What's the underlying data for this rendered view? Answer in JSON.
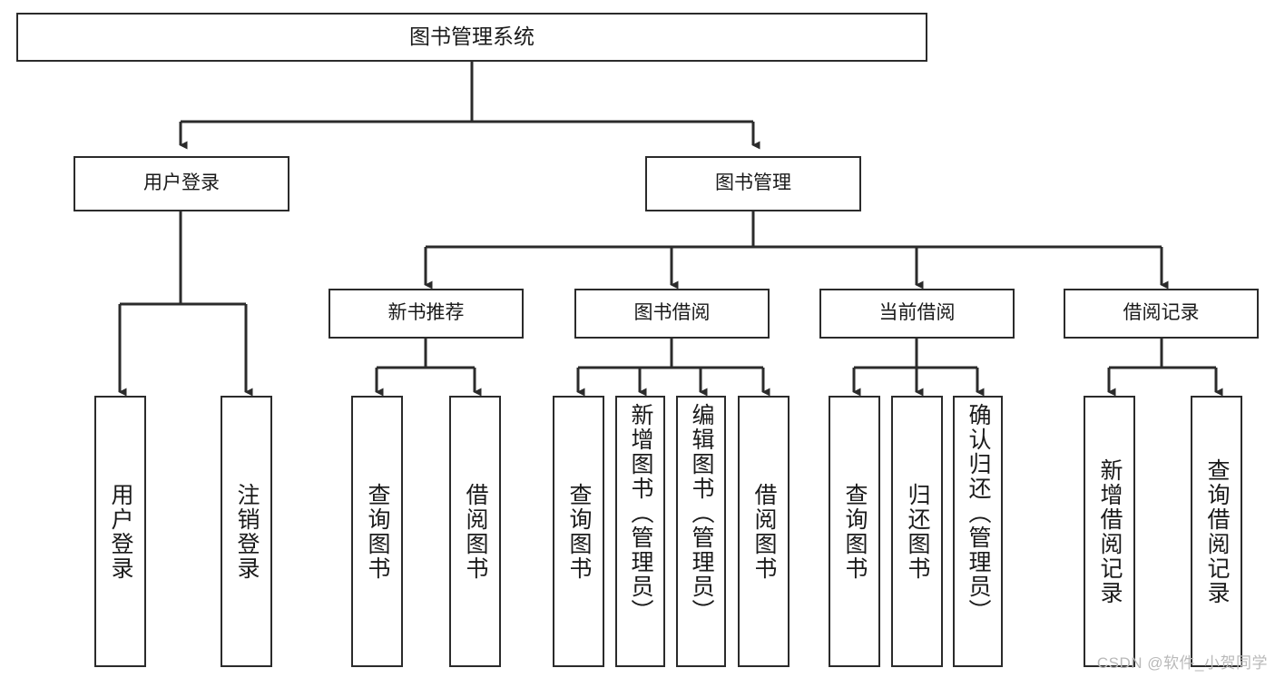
{
  "diagram": {
    "type": "tree",
    "title": "图书管理系统",
    "orientation": "top-down",
    "colors": {
      "box_border": "#2b2b2b",
      "box_fill": "#ffffff",
      "edge": "#2b2b2b",
      "text": "#1a1a1a",
      "watermark": "#b9b9b9",
      "background": "#ffffff"
    },
    "root": {
      "id": "root",
      "label": "图书管理系统"
    },
    "level1": [
      {
        "id": "login",
        "label": "用户登录"
      },
      {
        "id": "bookmgmt",
        "label": "图书管理"
      }
    ],
    "level2": [
      {
        "id": "newbook",
        "label": "新书推荐",
        "parent": "bookmgmt"
      },
      {
        "id": "borrow",
        "label": "图书借阅",
        "parent": "bookmgmt"
      },
      {
        "id": "current",
        "label": "当前借阅",
        "parent": "bookmgmt"
      },
      {
        "id": "records",
        "label": "借阅记录",
        "parent": "bookmgmt"
      }
    ],
    "leaves": [
      {
        "id": "leaf-1",
        "label": "用户登录",
        "parent": "login"
      },
      {
        "id": "leaf-2",
        "label": "注销登录",
        "parent": "login"
      },
      {
        "id": "leaf-3",
        "label": "查询图书",
        "parent": "newbook"
      },
      {
        "id": "leaf-4",
        "label": "借阅图书",
        "parent": "newbook"
      },
      {
        "id": "leaf-5",
        "label": "查询图书",
        "parent": "borrow"
      },
      {
        "id": "leaf-6",
        "label": "新增图书（管理员）",
        "parent": "borrow"
      },
      {
        "id": "leaf-7",
        "label": "编辑图书（管理员）",
        "parent": "borrow"
      },
      {
        "id": "leaf-8",
        "label": "借阅图书",
        "parent": "borrow"
      },
      {
        "id": "leaf-9",
        "label": "查询图书",
        "parent": "current"
      },
      {
        "id": "leaf-10",
        "label": "归还图书",
        "parent": "current"
      },
      {
        "id": "leaf-11",
        "label": "确认归还（管理员）",
        "parent": "current"
      },
      {
        "id": "leaf-12",
        "label": "新增借阅记录",
        "parent": "records"
      },
      {
        "id": "leaf-13",
        "label": "查询借阅记录",
        "parent": "records"
      }
    ]
  },
  "watermark": {
    "text": "CSDN @软件_小贺同学"
  }
}
